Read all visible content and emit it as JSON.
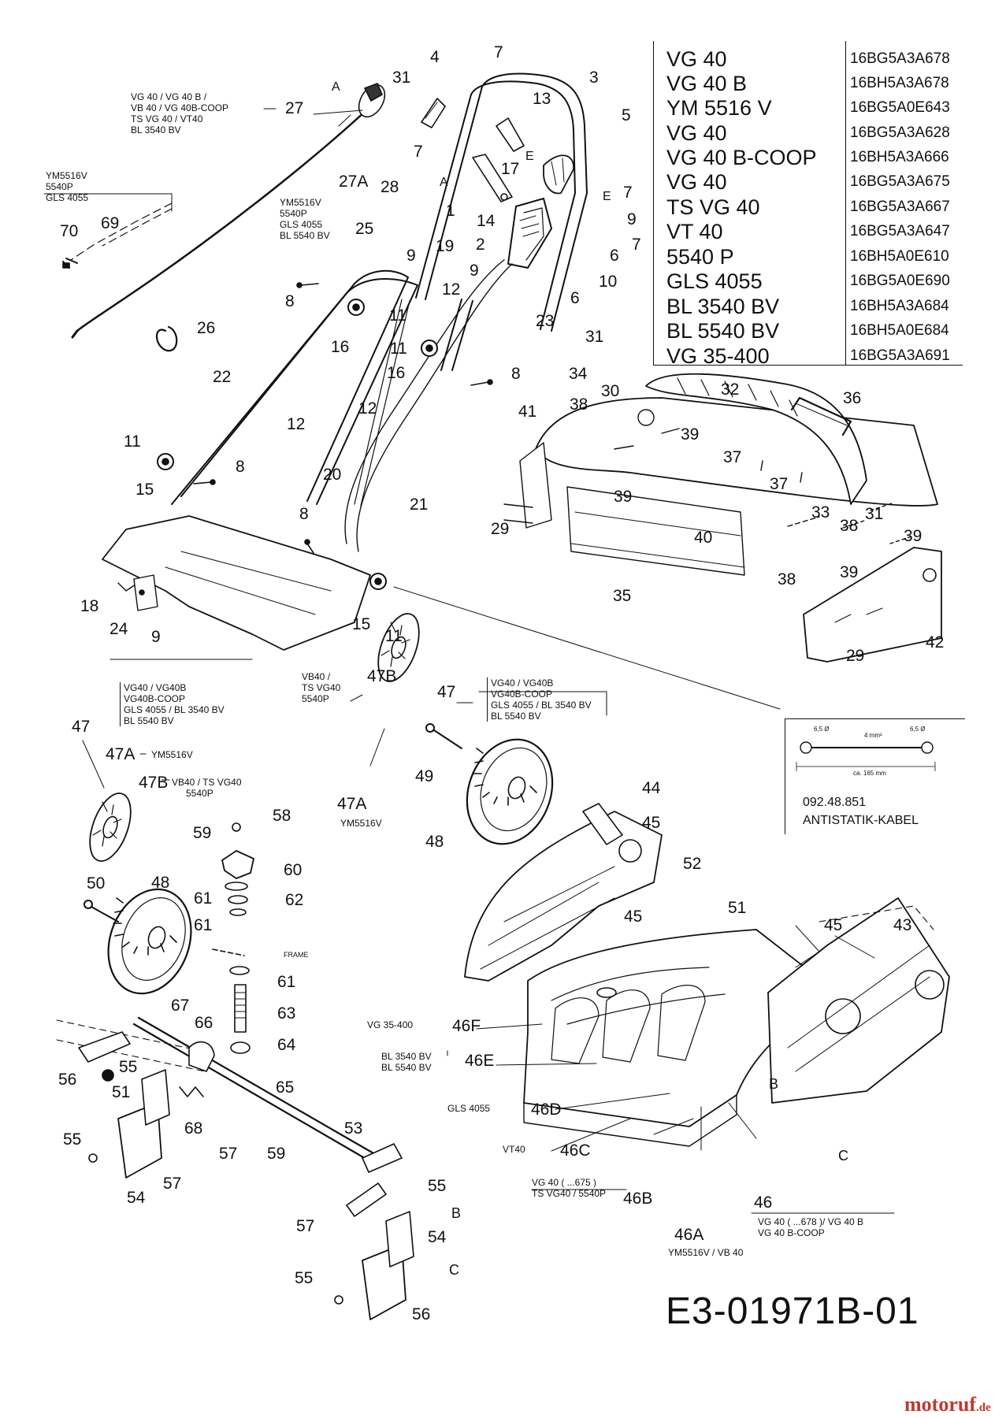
{
  "models": [
    {
      "name": "VG 40",
      "code": "16BG5A3A678"
    },
    {
      "name": "VG 40 B",
      "code": "16BH5A3A678"
    },
    {
      "name": "YM 5516 V",
      "code": "16BG5A0E643"
    },
    {
      "name": "VG 40",
      "code": "16BG5A3A628"
    },
    {
      "name": "VG 40 B-COOP",
      "code": "16BH5A3A666"
    },
    {
      "name": "VG 40",
      "code": "16BG5A3A675"
    },
    {
      "name": "TS VG 40",
      "code": "16BG5A3A667"
    },
    {
      "name": "VT 40",
      "code": "16BG5A3A647"
    },
    {
      "name": "5540 P",
      "code": "16BH5A0E610"
    },
    {
      "name": "GLS 4055",
      "code": "16BG5A0E690"
    },
    {
      "name": "BL 3540 BV",
      "code": "16BH5A3A684"
    },
    {
      "name": "BL 5540 BV",
      "code": "16BH5A0E684"
    },
    {
      "name": "VG 35-400",
      "code": "16BG5A3A691"
    }
  ],
  "notes": {
    "n27_l1": "VG 40 / VG 40 B /",
    "n27_l2": "VB 40 / VG 40B-COOP",
    "n27_l3": "TS VG 40 / VT40",
    "n27_l4": "BL 3540 BV",
    "n70_l1": "YM5516V",
    "n70_l2": "5540P",
    "n70_l3": "GLS 4055",
    "n25_l1": "YM5516V",
    "n25_l2": "5540P",
    "n25_l3": "GLS 4055",
    "n25_l4": "BL 5540 BV",
    "n47l_l1": "VG40 / VG40B",
    "n47l_l2": "VG40B-COOP",
    "n47l_l3": "GLS 4055 / BL 3540 BV",
    "n47l_l4": "BL 5540 BV",
    "n47r_l1": "VG40 / VG40B",
    "n47r_l2": "VG40B-COOP",
    "n47r_l3": "GLS 4055 / BL 3540 BV",
    "n47r_l4": "BL 5540 BV",
    "n47b_l1": "VB40 /",
    "n47b_l2": "TS VG40",
    "n47b_l3": "5540P",
    "n47a_left": "YM5516V",
    "n47b_left_l1": "VB40 / TS VG40",
    "n47b_left_l2": "5540P",
    "n47a_center": "YM5516V",
    "frame": "FRAME",
    "n46f": "VG 35-400",
    "n46e_l1": "BL 3540 BV",
    "n46e_l2": "BL 5540 BV",
    "n46d": "GLS 4055",
    "n46c": "VT40",
    "n46b_l1": "VG 40 ( ...675 )",
    "n46b_l2": "TS VG40 / 5540P",
    "n46_l1": "VG 40 ( ...678 )/ VG 40 B",
    "n46_l2": "VG 40 B-COOP",
    "n46a": "YM5516V / VB 40"
  },
  "cable": {
    "part_no": "092.48.851",
    "name": "ANTISTATIK-KABEL",
    "dim_left": "6,5 Ø",
    "dim_mid": "4 mm²",
    "dim_right": "6,5 Ø",
    "length": "ca. 165 mm"
  },
  "drawing_code": "E3-01971B-01",
  "watermark": {
    "name": "motoruf",
    "tld": ".de"
  },
  "callouts": {
    "c4": "4",
    "c7a": "7",
    "c31a": "31",
    "c3": "3",
    "cA1": "A",
    "c27": "27",
    "c13": "13",
    "c5": "5",
    "c7b": "7",
    "cE1": "E",
    "c17": "17",
    "c27A": "27A",
    "c28": "28",
    "cA2": "A",
    "c7c": "7",
    "cE2": "E",
    "c1": "1",
    "c14": "14",
    "c9a": "9",
    "c7d": "7",
    "c25": "25",
    "c2": "2",
    "c19": "19",
    "c9b": "9",
    "c6a": "6",
    "c9c": "9",
    "c10": "10",
    "c6b": "6",
    "c70": "70",
    "c69": "69",
    "c8a": "8",
    "c12a": "12",
    "c11a": "11",
    "c23": "23",
    "c26": "26",
    "c16a": "16",
    "c11b": "11",
    "c16b": "16",
    "c8b": "8",
    "c22": "22",
    "c12b": "12",
    "c12c": "12",
    "c11c": "11",
    "c8c": "8",
    "c15a": "15",
    "c20": "20",
    "c21": "21",
    "c8d": "8",
    "c18": "18",
    "c24": "24",
    "c9d": "9",
    "c15b": "15",
    "c11d": "11",
    "c31b": "31",
    "c34": "34",
    "c30": "30",
    "c32": "32",
    "c36": "36",
    "c38a": "38",
    "c41": "41",
    "c39a": "39",
    "c39b": "39",
    "c37a": "37",
    "c37b": "37",
    "c33": "33",
    "c31c": "31",
    "c38b": "38",
    "c39c": "39",
    "c29a": "29",
    "c40": "40",
    "c35": "35",
    "c38c": "38",
    "c39d": "39",
    "c42": "42",
    "c29b": "29",
    "c47Bc": "47B",
    "c47c": "47",
    "c47l": "47",
    "c47Al": "47A",
    "c47Bl": "47B",
    "c49": "49",
    "c47Ac": "47A",
    "c48a": "48",
    "c44": "44",
    "c45a": "45",
    "c59": "59",
    "c58": "58",
    "c60": "60",
    "c61a": "61",
    "c62": "62",
    "c61b": "61",
    "c50": "50",
    "c48b": "48",
    "c52": "52",
    "c51a": "51",
    "c45b": "45",
    "c45c": "45",
    "c43": "43",
    "c61c": "61",
    "c63": "63",
    "c67": "67",
    "c66": "66",
    "c64": "64",
    "c55a": "55",
    "c56a": "56",
    "c51b": "51",
    "c65": "65",
    "c46F": "46F",
    "c46E": "46E",
    "cB1": "B",
    "c46D": "46D",
    "cC1": "C",
    "c68": "68",
    "c55b": "55",
    "c57a": "57",
    "c59b": "59",
    "c53": "53",
    "c46C": "46C",
    "c57b": "57",
    "c54a": "54",
    "c55c": "55",
    "cB2": "B",
    "c46B": "46B",
    "c46": "46",
    "c57c": "57",
    "c54b": "54",
    "c46A": "46A",
    "c55d": "55",
    "cC2": "C",
    "c56b": "56"
  }
}
